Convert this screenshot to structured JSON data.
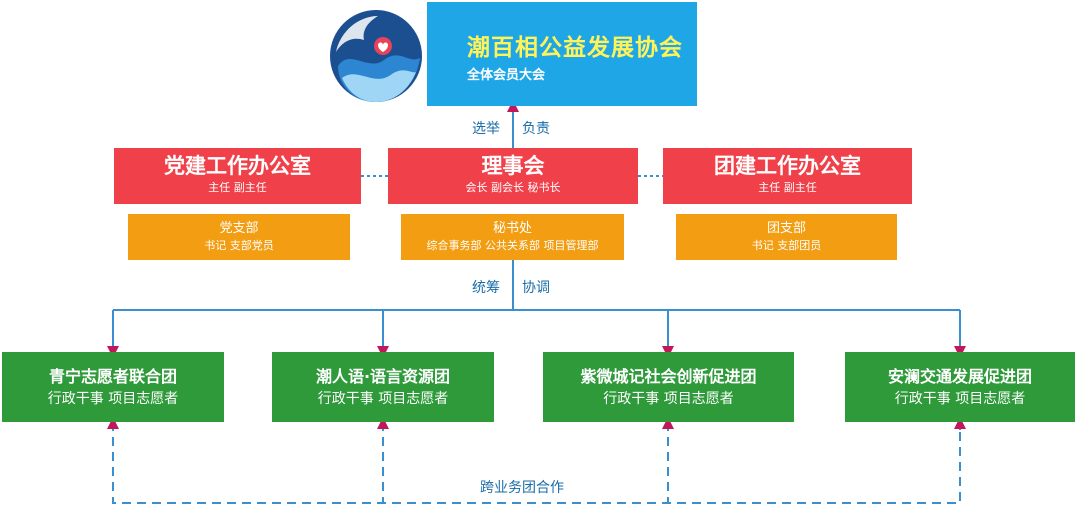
{
  "association": {
    "title": "潮百相公益发展协会",
    "subtitle": "全体会员大会"
  },
  "connectors": {
    "elect": "选举",
    "responsible": "负责",
    "coordinate_a": "统筹",
    "coordinate_b": "协调",
    "cross_team": "跨业务团合作"
  },
  "party_office": {
    "title": "党建工作办公室",
    "roles": "主任  副主任"
  },
  "council": {
    "title": "理事会",
    "roles": "会长  副会长  秘书长"
  },
  "league_office": {
    "title": "团建工作办公室",
    "roles": "主任  副主任"
  },
  "party_branch": {
    "title": "党支部",
    "roles": "书记  支部党员"
  },
  "secretariat": {
    "title": "秘书处",
    "roles": "综合事务部  公共关系部  项目管理部"
  },
  "league_branch": {
    "title": "团支部",
    "roles": "书记  支部团员"
  },
  "teams": [
    {
      "title": "青宁志愿者联合团",
      "roles": "行政干事   项目志愿者"
    },
    {
      "title": "潮人语·语言资源团",
      "roles": "行政干事   项目志愿者"
    },
    {
      "title": "紫微城记社会创新促进团",
      "roles": "行政干事   项目志愿者"
    },
    {
      "title": "安澜交通发展促进团",
      "roles": "行政干事   项目志愿者"
    }
  ],
  "colors": {
    "association_blue": "#1ea6e6",
    "association_title": "#fff35a",
    "office_red": "#f0404a",
    "branch_orange": "#f29d12",
    "team_green": "#2e9a3a",
    "line_blue": "#3a8fcf",
    "arrow_magenta": "#c2185b"
  }
}
